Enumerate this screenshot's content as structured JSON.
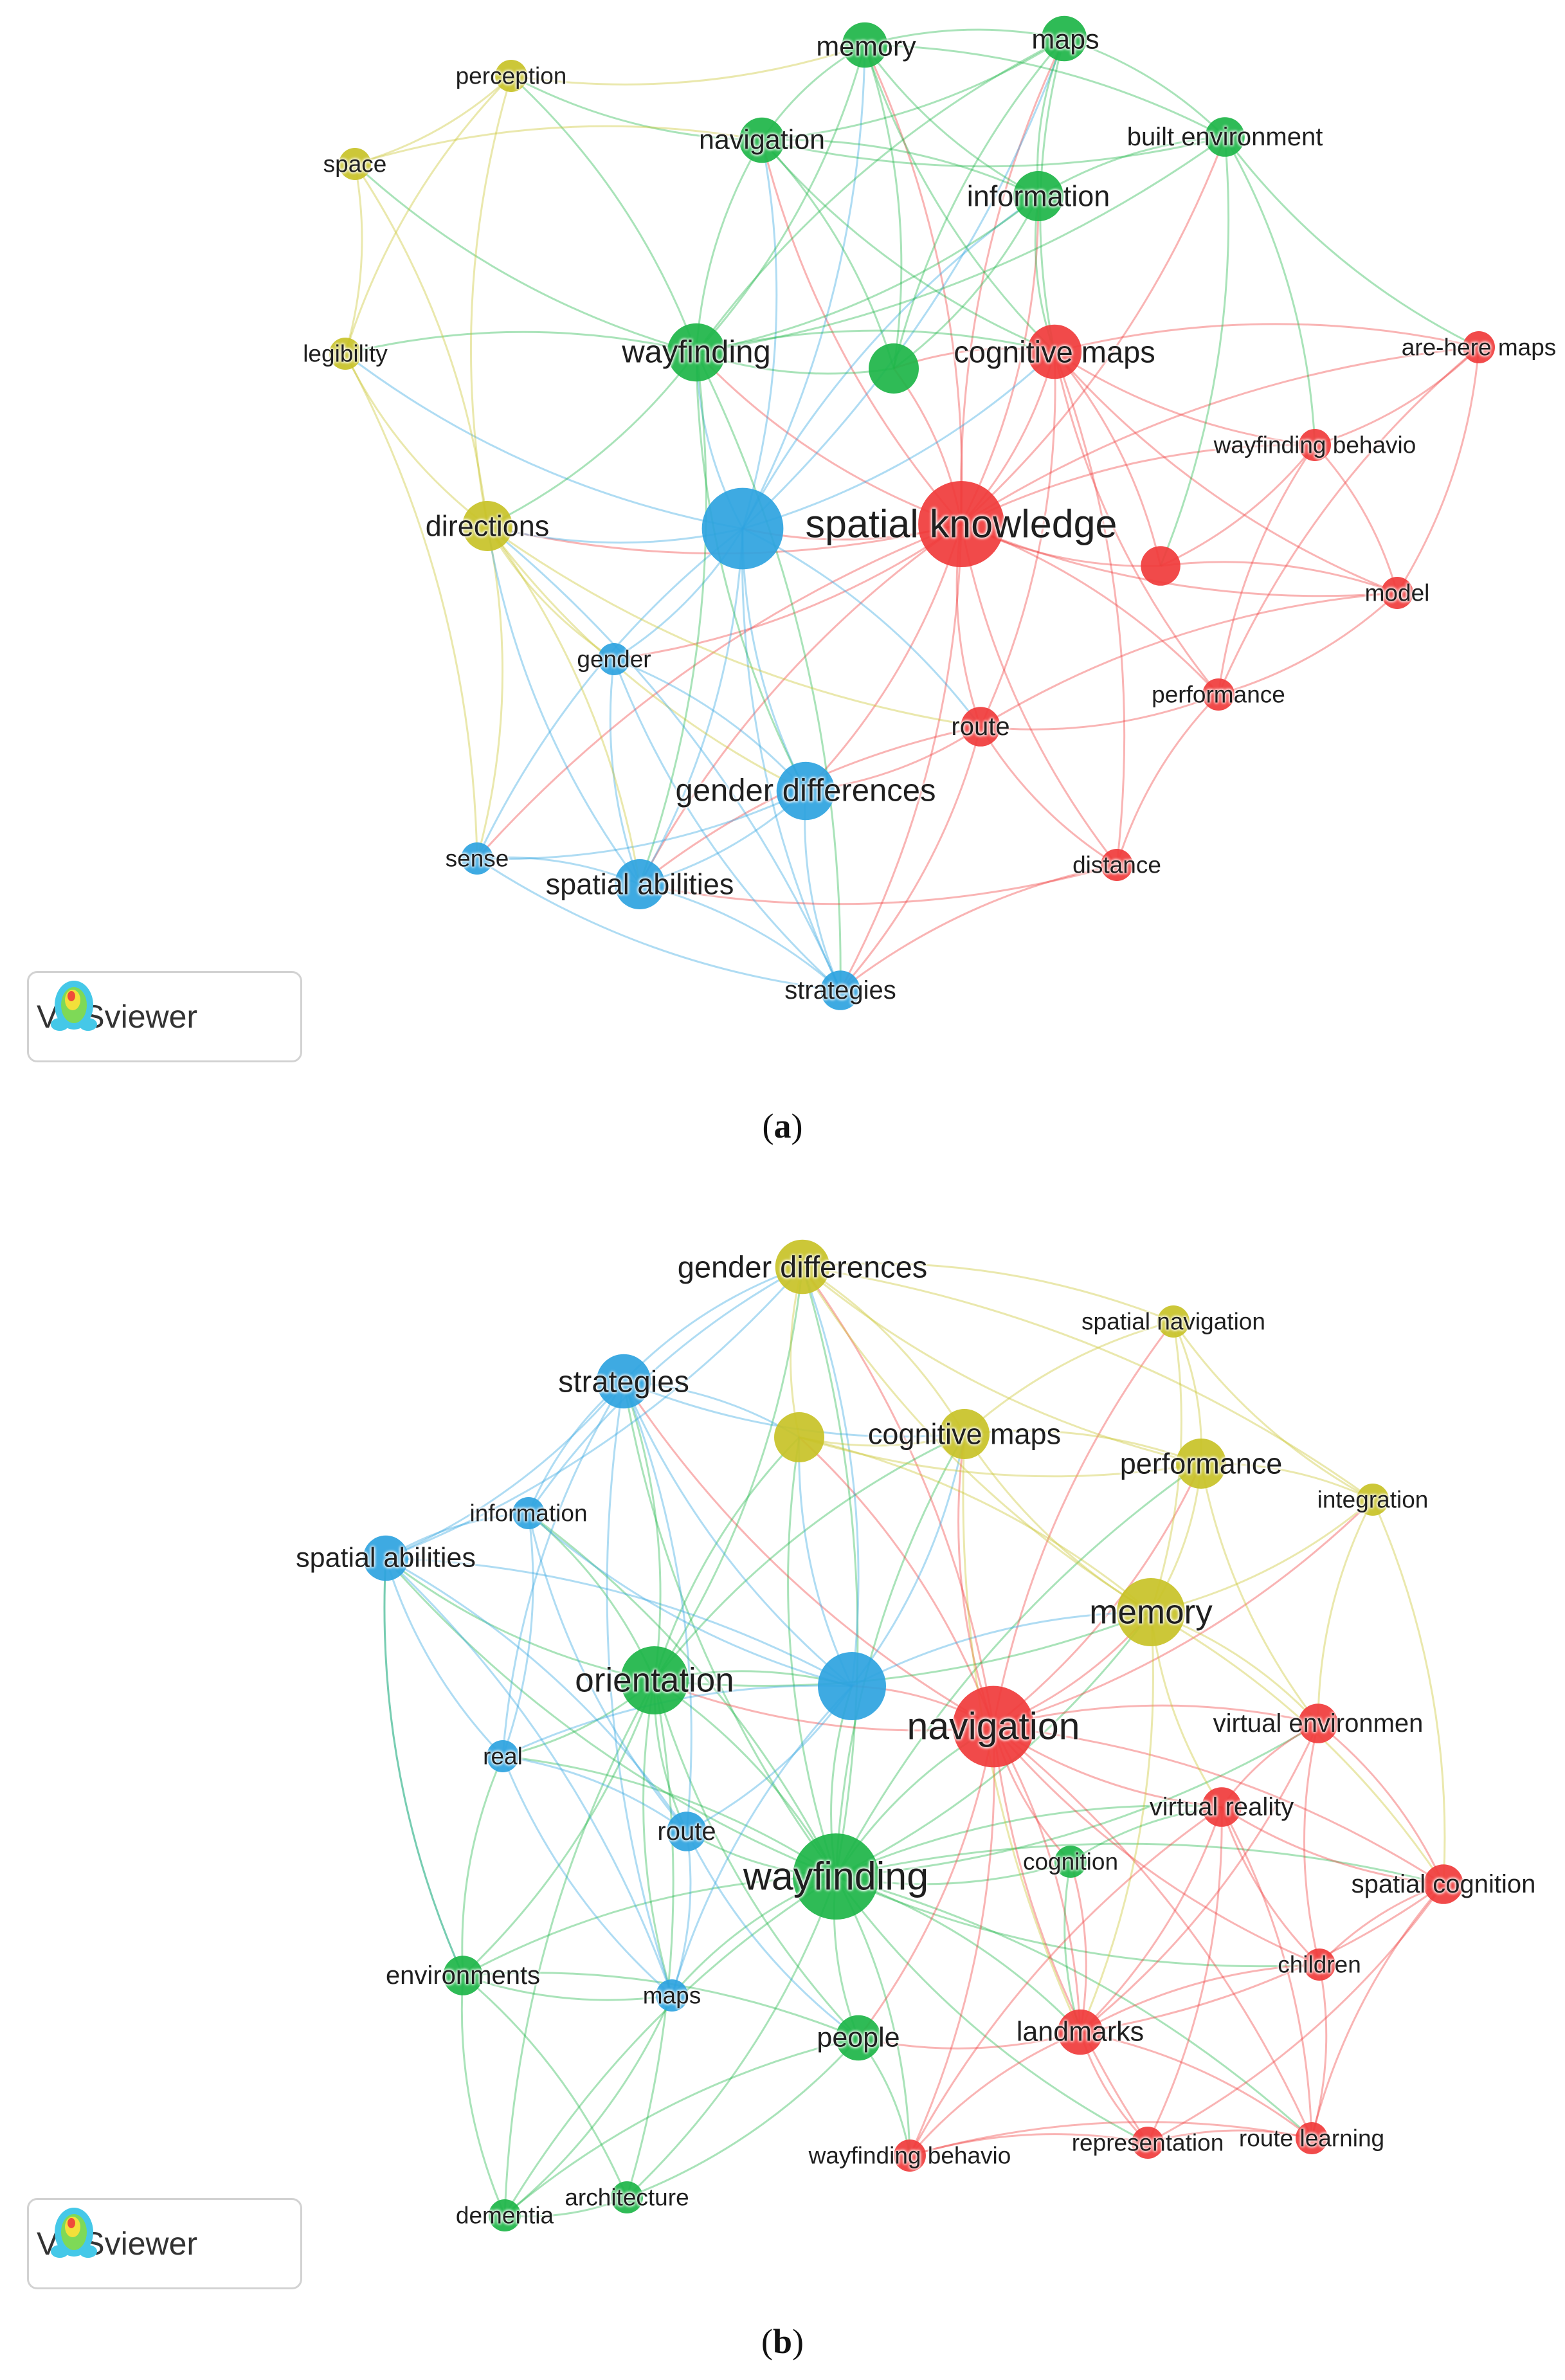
{
  "badge_label": "VOSviewer",
  "colors": {
    "red": "#f03b3b",
    "green": "#1db548",
    "blue": "#2ea3df",
    "yellow": "#c8c227"
  },
  "panels": [
    {
      "id": "a",
      "caption": {
        "open": "(",
        "letter": "a",
        "close": ")"
      },
      "nodes": [
        {
          "id": "memory",
          "label": "memory",
          "c": "green",
          "w": 3
        },
        {
          "id": "maps",
          "label": "maps",
          "c": "green",
          "w": 3
        },
        {
          "id": "perception",
          "label": "perception",
          "c": "yellow",
          "w": 1
        },
        {
          "id": "navigation",
          "label": "navigation",
          "c": "green",
          "w": 3
        },
        {
          "id": "built",
          "label": "built environment",
          "c": "green",
          "w": 2
        },
        {
          "id": "space",
          "label": "space",
          "c": "yellow",
          "w": 1
        },
        {
          "id": "information",
          "label": "information",
          "c": "green",
          "w": 4
        },
        {
          "id": "legibility",
          "label": "legibility",
          "c": "yellow",
          "w": 1
        },
        {
          "id": "wayfinding",
          "label": "wayfinding",
          "c": "green",
          "w": 6
        },
        {
          "id": "unl_g",
          "label": "",
          "c": "green",
          "w": 4
        },
        {
          "id": "cogmaps",
          "label": "cognitive maps",
          "c": "red",
          "w": 5
        },
        {
          "id": "arehere",
          "label": "are-here maps",
          "c": "red",
          "w": 1
        },
        {
          "id": "wfbeh",
          "label": "wayfinding behavio",
          "c": "red",
          "w": 1
        },
        {
          "id": "directions",
          "label": "directions",
          "c": "yellow",
          "w": 4
        },
        {
          "id": "unl_b",
          "label": "",
          "c": "blue",
          "w": 14
        },
        {
          "id": "spatknow",
          "label": "spatial knowledge",
          "c": "red",
          "w": 16
        },
        {
          "id": "unl_r",
          "label": "",
          "c": "red",
          "w": 2
        },
        {
          "id": "model",
          "label": "model",
          "c": "red",
          "w": 1
        },
        {
          "id": "gender",
          "label": "gender",
          "c": "blue",
          "w": 1
        },
        {
          "id": "performance",
          "label": "performance",
          "c": "red",
          "w": 1
        },
        {
          "id": "route",
          "label": "route",
          "c": "red",
          "w": 2
        },
        {
          "id": "genderdiff",
          "label": "gender differences",
          "c": "blue",
          "w": 6
        },
        {
          "id": "sense",
          "label": "sense",
          "c": "blue",
          "w": 1
        },
        {
          "id": "spatab",
          "label": "spatial abilities",
          "c": "blue",
          "w": 4
        },
        {
          "id": "distance",
          "label": "distance",
          "c": "red",
          "w": 1
        },
        {
          "id": "strategies",
          "label": "strategies",
          "c": "blue",
          "w": 2
        }
      ]
    },
    {
      "id": "b",
      "caption": {
        "open": "(",
        "letter": "b",
        "close": ")"
      },
      "nodes": [
        {
          "id": "genderdiff",
          "label": "gender differences",
          "c": "yellow",
          "w": 5
        },
        {
          "id": "spatnav",
          "label": "spatial navigation",
          "c": "yellow",
          "w": 1
        },
        {
          "id": "strategies",
          "label": "strategies",
          "c": "blue",
          "w": 5
        },
        {
          "id": "unl_y",
          "label": "",
          "c": "yellow",
          "w": 4
        },
        {
          "id": "cogmaps",
          "label": "cognitive maps",
          "c": "yellow",
          "w": 4
        },
        {
          "id": "performance",
          "label": "performance",
          "c": "yellow",
          "w": 4
        },
        {
          "id": "information",
          "label": "information",
          "c": "blue",
          "w": 1
        },
        {
          "id": "integration",
          "label": "integration",
          "c": "yellow",
          "w": 1
        },
        {
          "id": "spatab",
          "label": "spatial abilities",
          "c": "blue",
          "w": 3
        },
        {
          "id": "memory",
          "label": "memory",
          "c": "yellow",
          "w": 9
        },
        {
          "id": "orientation",
          "label": "orientation",
          "c": "green",
          "w": 9
        },
        {
          "id": "unl_b",
          "label": "",
          "c": "blue",
          "w": 9
        },
        {
          "id": "navigation",
          "label": "navigation",
          "c": "red",
          "w": 14
        },
        {
          "id": "virtenv",
          "label": "virtual environmen",
          "c": "red",
          "w": 2
        },
        {
          "id": "real",
          "label": "real",
          "c": "blue",
          "w": 1
        },
        {
          "id": "virtreal",
          "label": "virtual reality",
          "c": "red",
          "w": 2
        },
        {
          "id": "route",
          "label": "route",
          "c": "blue",
          "w": 2
        },
        {
          "id": "wayfinding",
          "label": "wayfinding",
          "c": "green",
          "w": 16
        },
        {
          "id": "cognition",
          "label": "cognition",
          "c": "green",
          "w": 1
        },
        {
          "id": "spatcog",
          "label": "spatial cognition",
          "c": "red",
          "w": 2
        },
        {
          "id": "environments",
          "label": "environments",
          "c": "green",
          "w": 2
        },
        {
          "id": "children",
          "label": "children",
          "c": "red",
          "w": 1
        },
        {
          "id": "maps",
          "label": "maps",
          "c": "blue",
          "w": 1
        },
        {
          "id": "people",
          "label": "people",
          "c": "green",
          "w": 3
        },
        {
          "id": "landmarks",
          "label": "landmarks",
          "c": "red",
          "w": 3
        },
        {
          "id": "representation",
          "label": "representation",
          "c": "red",
          "w": 1
        },
        {
          "id": "routelearn",
          "label": "route learning",
          "c": "red",
          "w": 1
        },
        {
          "id": "wfbeh",
          "label": "wayfinding behavio",
          "c": "red",
          "w": 1
        },
        {
          "id": "architecture",
          "label": "architecture",
          "c": "green",
          "w": 1
        },
        {
          "id": "dementia",
          "label": "dementia",
          "c": "green",
          "w": 1
        }
      ]
    }
  ]
}
